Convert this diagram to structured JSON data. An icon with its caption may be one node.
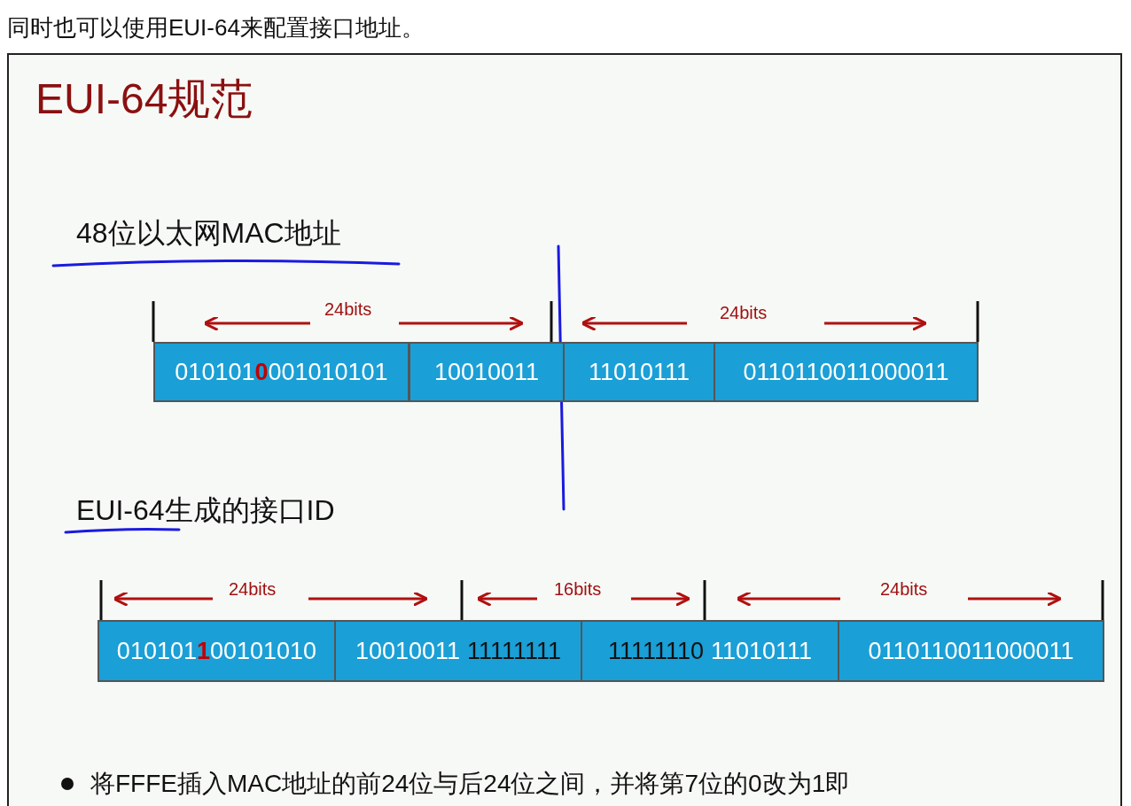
{
  "diagram": {
    "title": "EUI-64规范",
    "nodes": [
      {
        "text": [
          "010101**0**001010101"
        ]
      },
      {
        "text": [
          "10010011"
        ]
      },
      {
        "text": [
          "11010111"
        ]
      },
      {
        "text": [
          "0110110011000011"
        ]
      },
      {
        "text": [
          "010101**1**00101010"
        ]
      },
      {
        "text": [
          "10010011",
          "11111111"
        ]
      },
      {
        "text": [
          "11111110",
          "11010111"
        ]
      },
      {
        "text": [
          "0110110011000011"
        ]
      }
    ],
    "labels": [
      "同时也可以使用EUI-64来配置接口地址。",
      "48位以太网MAC地址",
      "24bits",
      "24bits",
      "EUI-64生成的接口ID",
      "24bits",
      "16bits",
      "24bits",
      "将FFFE插入MAC地址的前24位与后24位之间，并将第7位的0改为1即"
    ]
  }
}
